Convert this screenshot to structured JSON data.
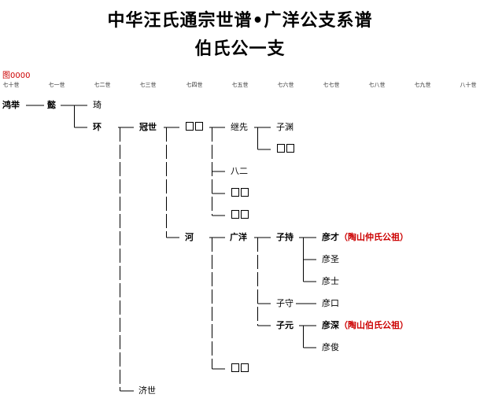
{
  "title_line1": "中华汪氏通宗世谱•广洋公支系谱",
  "title_line2": "伯氏公一支",
  "figure_no": "图0000",
  "generations": [
    "七十世",
    "七一世",
    "七二世",
    "七三世",
    "七四世",
    "七五世",
    "七六世",
    "七七世",
    "七八世",
    "七九世",
    "八十世"
  ],
  "persons": {
    "hongju": "鸿举",
    "yi": "懿",
    "shi": "琦",
    "huan": "环",
    "guanshi": "冠世",
    "he": "河",
    "jishi": "济世",
    "jixian": "继先",
    "baer": "八二",
    "guangyang": "广洋",
    "ziyuan1": "子渊",
    "ziyuan2": "子元",
    "zishi": "子持",
    "zishou": "子守",
    "yancai": "彦才",
    "yancai_note": "（陶山仲氏公祖）",
    "yansheng": "彦圣",
    "yanshi": "彦士",
    "yankou": "彦口",
    "yanshen": "彦深",
    "yanshen_note": "（陶山伯氏公祖）",
    "yanjun": "彦俊"
  }
}
